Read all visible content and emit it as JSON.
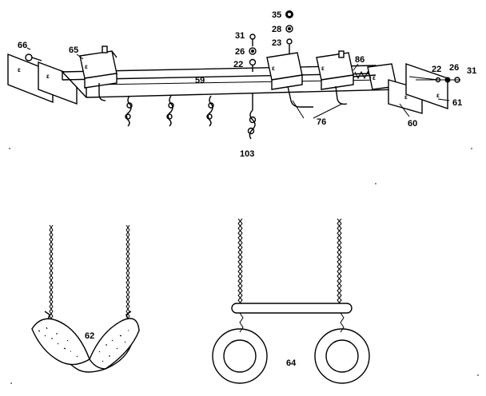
{
  "diagram": {
    "labels": {
      "p66_left": "66",
      "p65": "65",
      "p59": "59",
      "p31_mid": "31",
      "p26_mid": "26",
      "p22_mid": "22",
      "p35": "35",
      "p28": "28",
      "p23": "23",
      "p86": "86",
      "p22_right": "22",
      "p26_right": "26",
      "p31_right": "31",
      "p61": "61",
      "p60": "60",
      "p76": "76",
      "p103": "103",
      "p62": "62",
      "p64": "64"
    }
  }
}
